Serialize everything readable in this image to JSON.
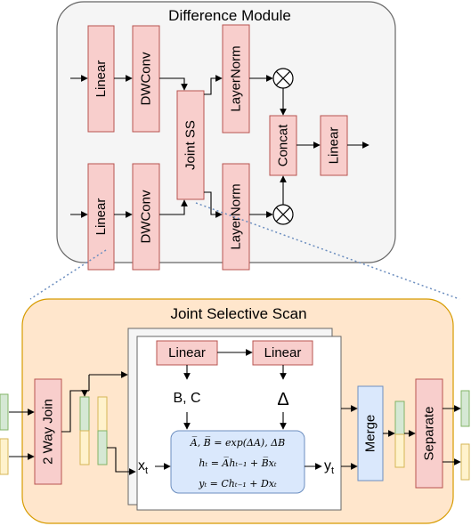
{
  "difference_module": {
    "title": "Difference Module",
    "linear_top": "Linear",
    "dwconv_top": "DWConv",
    "layernorm_top": "LayerNorm",
    "joint_ss": "Joint SS",
    "concat": "Concat",
    "linear_out": "Linear",
    "linear_bottom": "Linear",
    "dwconv_bottom": "DWConv",
    "layernorm_bottom": "LayerNorm"
  },
  "joint_selective_scan": {
    "title": "Joint Selective Scan",
    "two_way_join": "2 Way Join",
    "linear_left": "Linear",
    "linear_right": "Linear",
    "bc_label": "B, C",
    "delta_label": "Δ",
    "x_label": "x",
    "x_sub": "t",
    "y_label": "y",
    "y_sub": "t",
    "eq1": "A̅, B̅ = exp(ΔA), ΔB",
    "eq2": "hₜ = A̅hₜ₋₁ + B̅xₜ",
    "eq3": "yₜ = Chₜ₋₁ + Dxₜ",
    "merge": "Merge",
    "separate": "Separate"
  },
  "colors": {
    "block_fill": "#f8cecc",
    "block_stroke": "#b85450",
    "module_fill": "#f5f5f5",
    "scan_fill": "#ffe6cc",
    "scan_stroke": "#d79b00",
    "token_green": "#d5e8d4",
    "token_green_stroke": "#82b366",
    "token_yellow": "#fff2cc",
    "token_yellow_stroke": "#d6b656",
    "merge_fill": "#dae8fc",
    "merge_stroke": "#6c8ebf",
    "dotted_line": "#6c8ebf"
  }
}
